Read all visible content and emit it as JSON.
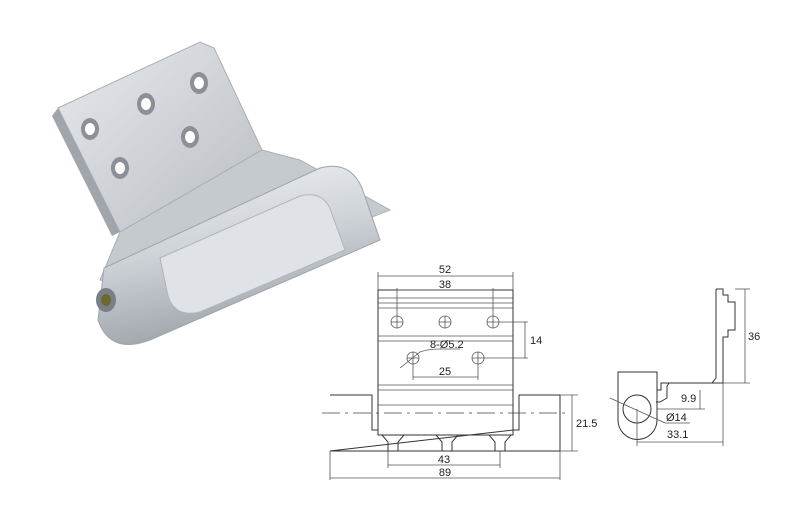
{
  "photo": {
    "subject": "hinge-photo"
  },
  "front_view": {
    "dim_overall_plate": "52",
    "dim_top_holes": "38",
    "dim_vertical_holes": "14",
    "hole_spec": "8-Ø5.2",
    "dim_lower_holes": "25",
    "dim_knuckle_height": "21.5",
    "dim_feet": "43",
    "dim_overall_length": "89"
  },
  "side_view": {
    "dim_height": "36",
    "dim_offset": "9.9",
    "dim_diameter": "Ø14",
    "dim_depth": "33.1"
  },
  "colors": {
    "line": "#333333",
    "hinge": "#d8dce0"
  }
}
